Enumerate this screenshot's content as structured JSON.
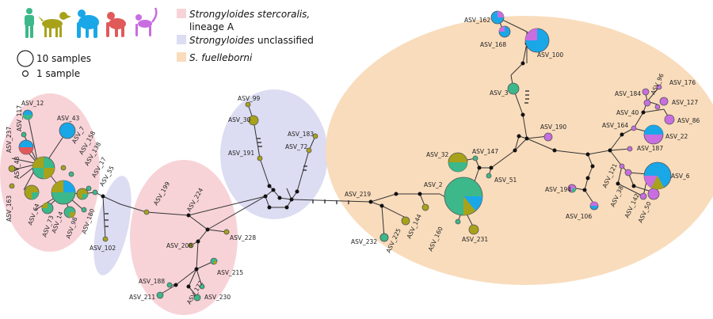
{
  "legend": {
    "hosts": [
      {
        "icon": "human-icon",
        "color": "#3cb88a"
      },
      {
        "icon": "dog-icon",
        "color": "#a8a21a"
      },
      {
        "icon": "gorilla-icon",
        "color": "#1aa7e8"
      },
      {
        "icon": "monkey-icon",
        "color": "#e05a5a"
      },
      {
        "icon": "small-monkey-icon",
        "color": "#c86ee0"
      }
    ],
    "size_large": "10 samples",
    "size_small": "1 sample",
    "clades": [
      {
        "name": "Strongyloides stercoralis,",
        "line2": "lineage A",
        "color": "#f7d3d8"
      },
      {
        "name": "Strongyloides",
        "suffix": " unclassified",
        "color": "#dcdcf2"
      },
      {
        "name": "S. fuelleborni",
        "color": "#f9dcbc"
      }
    ]
  },
  "asv_labels": {
    "asv12": "ASV_12",
    "asv117": "ASV_117",
    "asv237": "ASV_237",
    "asv43": "ASV_43",
    "asv7": "ASV_7",
    "asv158": "ASV_158",
    "asv138": "ASV_138",
    "asv17": "ASV_17",
    "asv55": "ASV_55",
    "asv48": "ASV_48",
    "asv163": "ASV_163",
    "asv64": "ASV_64",
    "asv73": "ASV_73",
    "asv14": "ASV_14",
    "asv98": "ASV_98",
    "asv180": "ASV_180",
    "asv102": "ASV_102",
    "asv199": "ASV_199",
    "asv224": "ASV_224",
    "asv208": "ASV_208",
    "asv228": "ASV_228",
    "asv215": "ASV_215",
    "asv188": "ASV_188",
    "asv211": "ASV_211",
    "asv172": "ASV_172",
    "asv230": "ASV_230",
    "asv99": "ASV_99",
    "asv30": "ASV_30",
    "asv191": "ASV_191",
    "asv183": "ASV_183",
    "asv72": "ASV_72",
    "asv219": "ASV_219",
    "asv232": "ASV_232",
    "asv225": "ASV_225",
    "asv144": "ASV_144",
    "asv160": "ASV_160",
    "asv231": "ASV_231",
    "asv2": "ASV_2",
    "asv32": "ASV_32",
    "asv147": "ASV_147",
    "asv51": "ASV_51",
    "asv162": "ASV_162",
    "asv168": "ASV_168",
    "asv100": "ASV_100",
    "asv3": "ASV_3",
    "asv190": "ASV_190",
    "asv194": "ASV_194",
    "asv106": "ASV_106",
    "asv121": "ASV_121",
    "asv38": "ASV_38",
    "asv142": "ASV_142",
    "asv50": "ASV_50",
    "asv6": "ASV_6",
    "asv187": "ASV_187",
    "asv22": "ASV_22",
    "asv164": "ASV_164",
    "asv40": "ASV_40",
    "asv184": "ASV_184",
    "asv96": "ASV_96",
    "asv176": "ASV_176",
    "asv127": "ASV_127",
    "asv86": "ASV_86"
  }
}
